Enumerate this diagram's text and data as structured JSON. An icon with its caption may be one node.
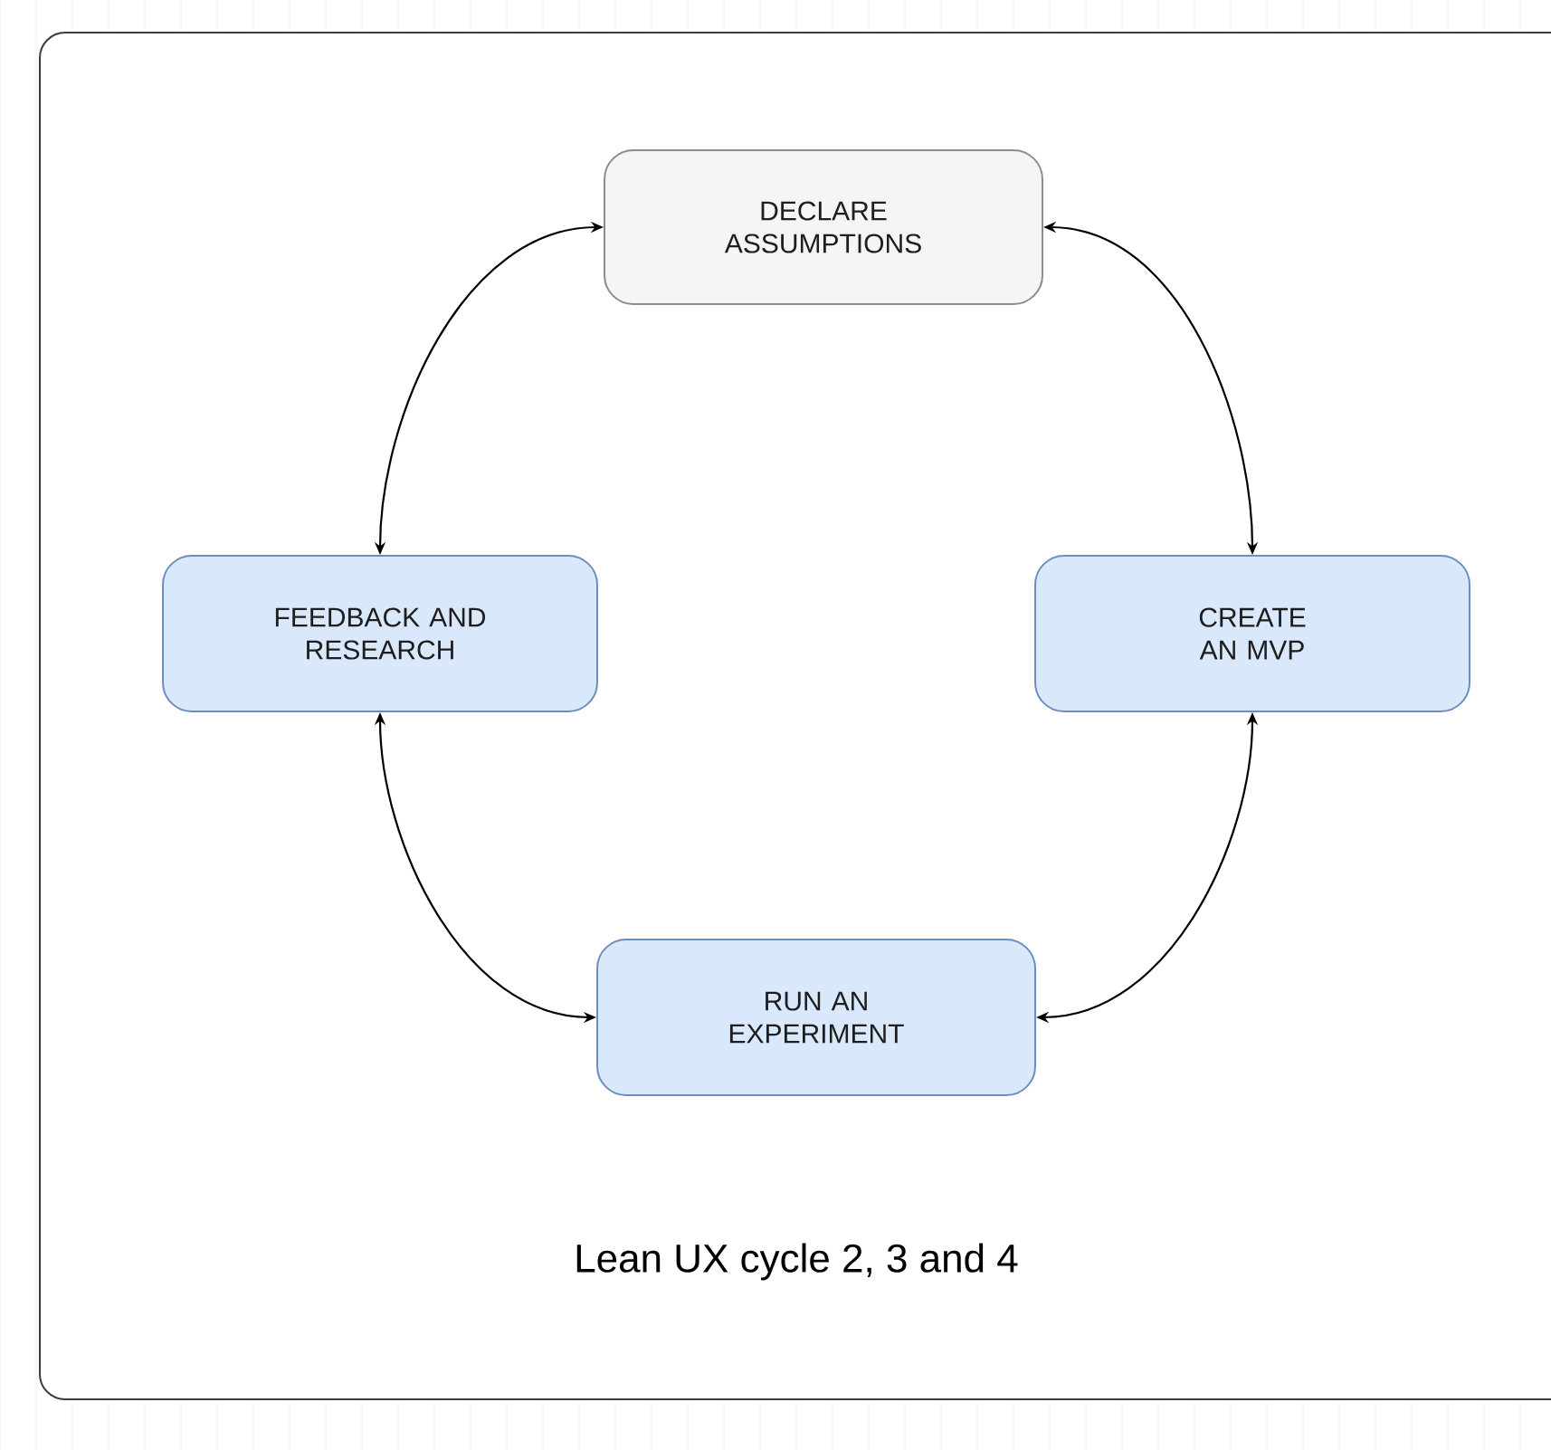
{
  "diagram": {
    "caption": "Lean UX cycle 2, 3 and 4",
    "nodes": [
      {
        "text": [
          "DECLARE ASSUMPTIONS"
        ]
      },
      {
        "text": [
          "FEEDBACK AND RESEARCH"
        ]
      },
      {
        "text": [
          "CREATE AN MVP"
        ]
      },
      {
        "text": [
          "RUN AN EXPERIMENT"
        ]
      }
    ],
    "edges": [
      {
        "from": 0,
        "to": 1,
        "arrow": "both"
      },
      {
        "from": 0,
        "to": 2,
        "arrow": "both"
      },
      {
        "from": 1,
        "to": 3,
        "arrow": "both"
      },
      {
        "from": 2,
        "to": 3,
        "arrow": "both"
      }
    ]
  }
}
